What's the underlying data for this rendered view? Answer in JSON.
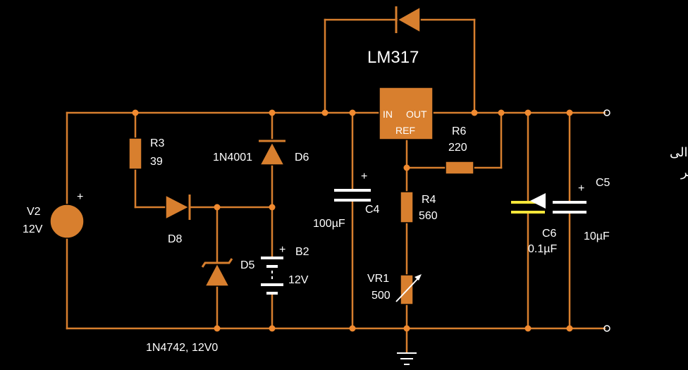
{
  "regulator": {
    "name": "LM317",
    "pin_in": "IN",
    "pin_out": "OUT",
    "pin_ref": "REF"
  },
  "v2": {
    "name": "V2",
    "value": "12V",
    "polarity": "+"
  },
  "r3": {
    "name": "R3",
    "value": "39"
  },
  "d8": {
    "name": "D8"
  },
  "d6": {
    "name": "D6",
    "part": "1N4001"
  },
  "d5": {
    "name": "D5",
    "part": "1N4742, 12V0"
  },
  "b2": {
    "name": "B2",
    "value": "12V",
    "polarity": "+"
  },
  "c4": {
    "name": "C4",
    "value": "100µF",
    "polarity": "+"
  },
  "r6": {
    "name": "R6",
    "value": "220"
  },
  "r4": {
    "name": "R4",
    "value": "560"
  },
  "vr1": {
    "name": "VR1",
    "value": "500"
  },
  "c6": {
    "name": "C6",
    "value": "0.1µF"
  },
  "c5": {
    "name": "C5",
    "value": "10µF",
    "polarity": "+"
  },
  "output_note": {
    "line1": "الى",
    "line2": "الـــراوتر"
  },
  "colors": {
    "wire": "#d87f2e",
    "text": "#ffffff",
    "background": "#000000",
    "highlight": "#f5e63a"
  }
}
